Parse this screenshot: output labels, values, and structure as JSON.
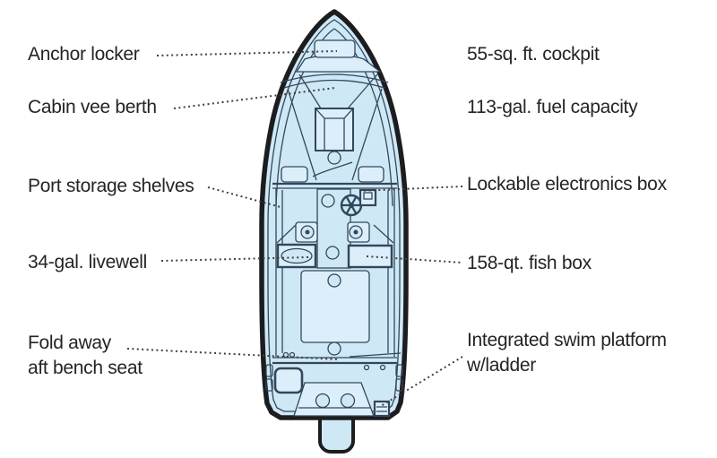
{
  "colors": {
    "background": "#ffffff",
    "boat_fill": "#cfe8f6",
    "panel_fill": "#dbeefa",
    "hull_stroke": "#1d1d1f",
    "line_stroke": "#32475c",
    "text": "#272325",
    "leader": "#3f3f3f"
  },
  "labels": {
    "left": [
      {
        "id": "anchor-locker",
        "text": "Anchor locker"
      },
      {
        "id": "cabin-vee-berth",
        "text": "Cabin vee berth"
      },
      {
        "id": "port-storage-shelves",
        "text": "Port storage shelves"
      },
      {
        "id": "livewell",
        "text": "34-gal. livewell"
      },
      {
        "id": "fold-away-aft-bench-seat",
        "line1": "Fold away",
        "line2": "aft bench seat"
      }
    ],
    "right": [
      {
        "id": "cockpit",
        "text": "55-sq. ft. cockpit"
      },
      {
        "id": "fuel-capacity",
        "text": "113-gal. fuel capacity"
      },
      {
        "id": "lockable-electronics-box",
        "text": "Lockable electronics box"
      },
      {
        "id": "fish-box",
        "text": "158-qt. fish box"
      },
      {
        "id": "swim-platform",
        "line1": "Integrated swim platform",
        "line2": "w/ladder"
      }
    ]
  }
}
